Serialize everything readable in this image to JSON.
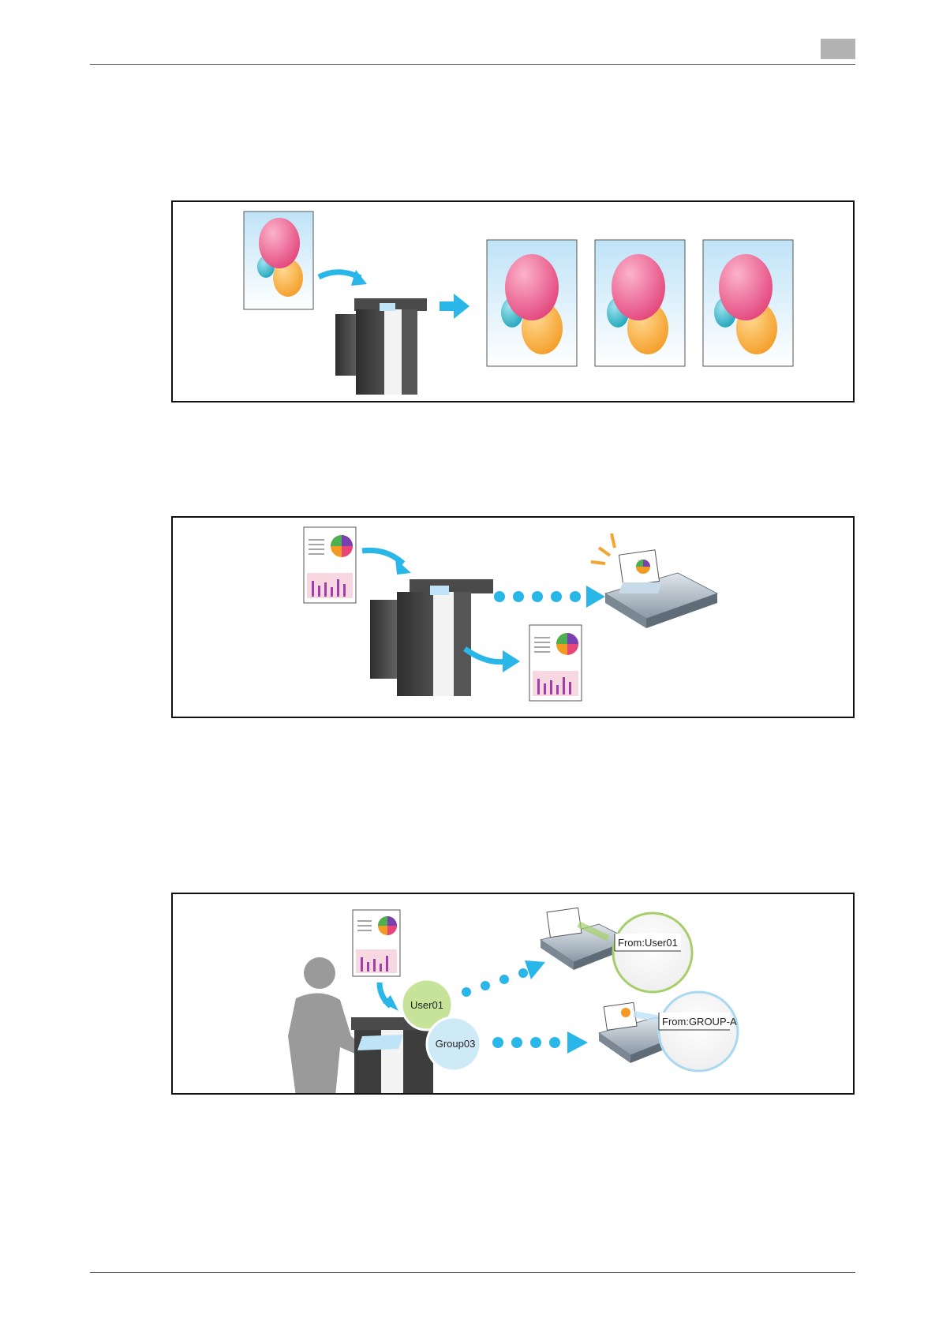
{
  "header": {
    "page_tab": ""
  },
  "figures": [
    {
      "id": "copy-illustration",
      "description_visible": ""
    },
    {
      "id": "fax-send-illustration",
      "description_visible": ""
    },
    {
      "id": "sender-name-illustration",
      "bubbles": {
        "user": "User01",
        "group": "Group03"
      },
      "callouts": {
        "top": "From:User01",
        "bottom": "From:GROUP-A"
      }
    }
  ],
  "colors": {
    "arrow": "#29b6e8",
    "balloon_pink": "#e8457a",
    "balloon_orange": "#f4a531",
    "balloon_teal": "#2bb0c4",
    "user_bubble": "#c7e39a",
    "group_bubble": "#cfeaf7",
    "machine_dark": "#3d3d3d"
  }
}
